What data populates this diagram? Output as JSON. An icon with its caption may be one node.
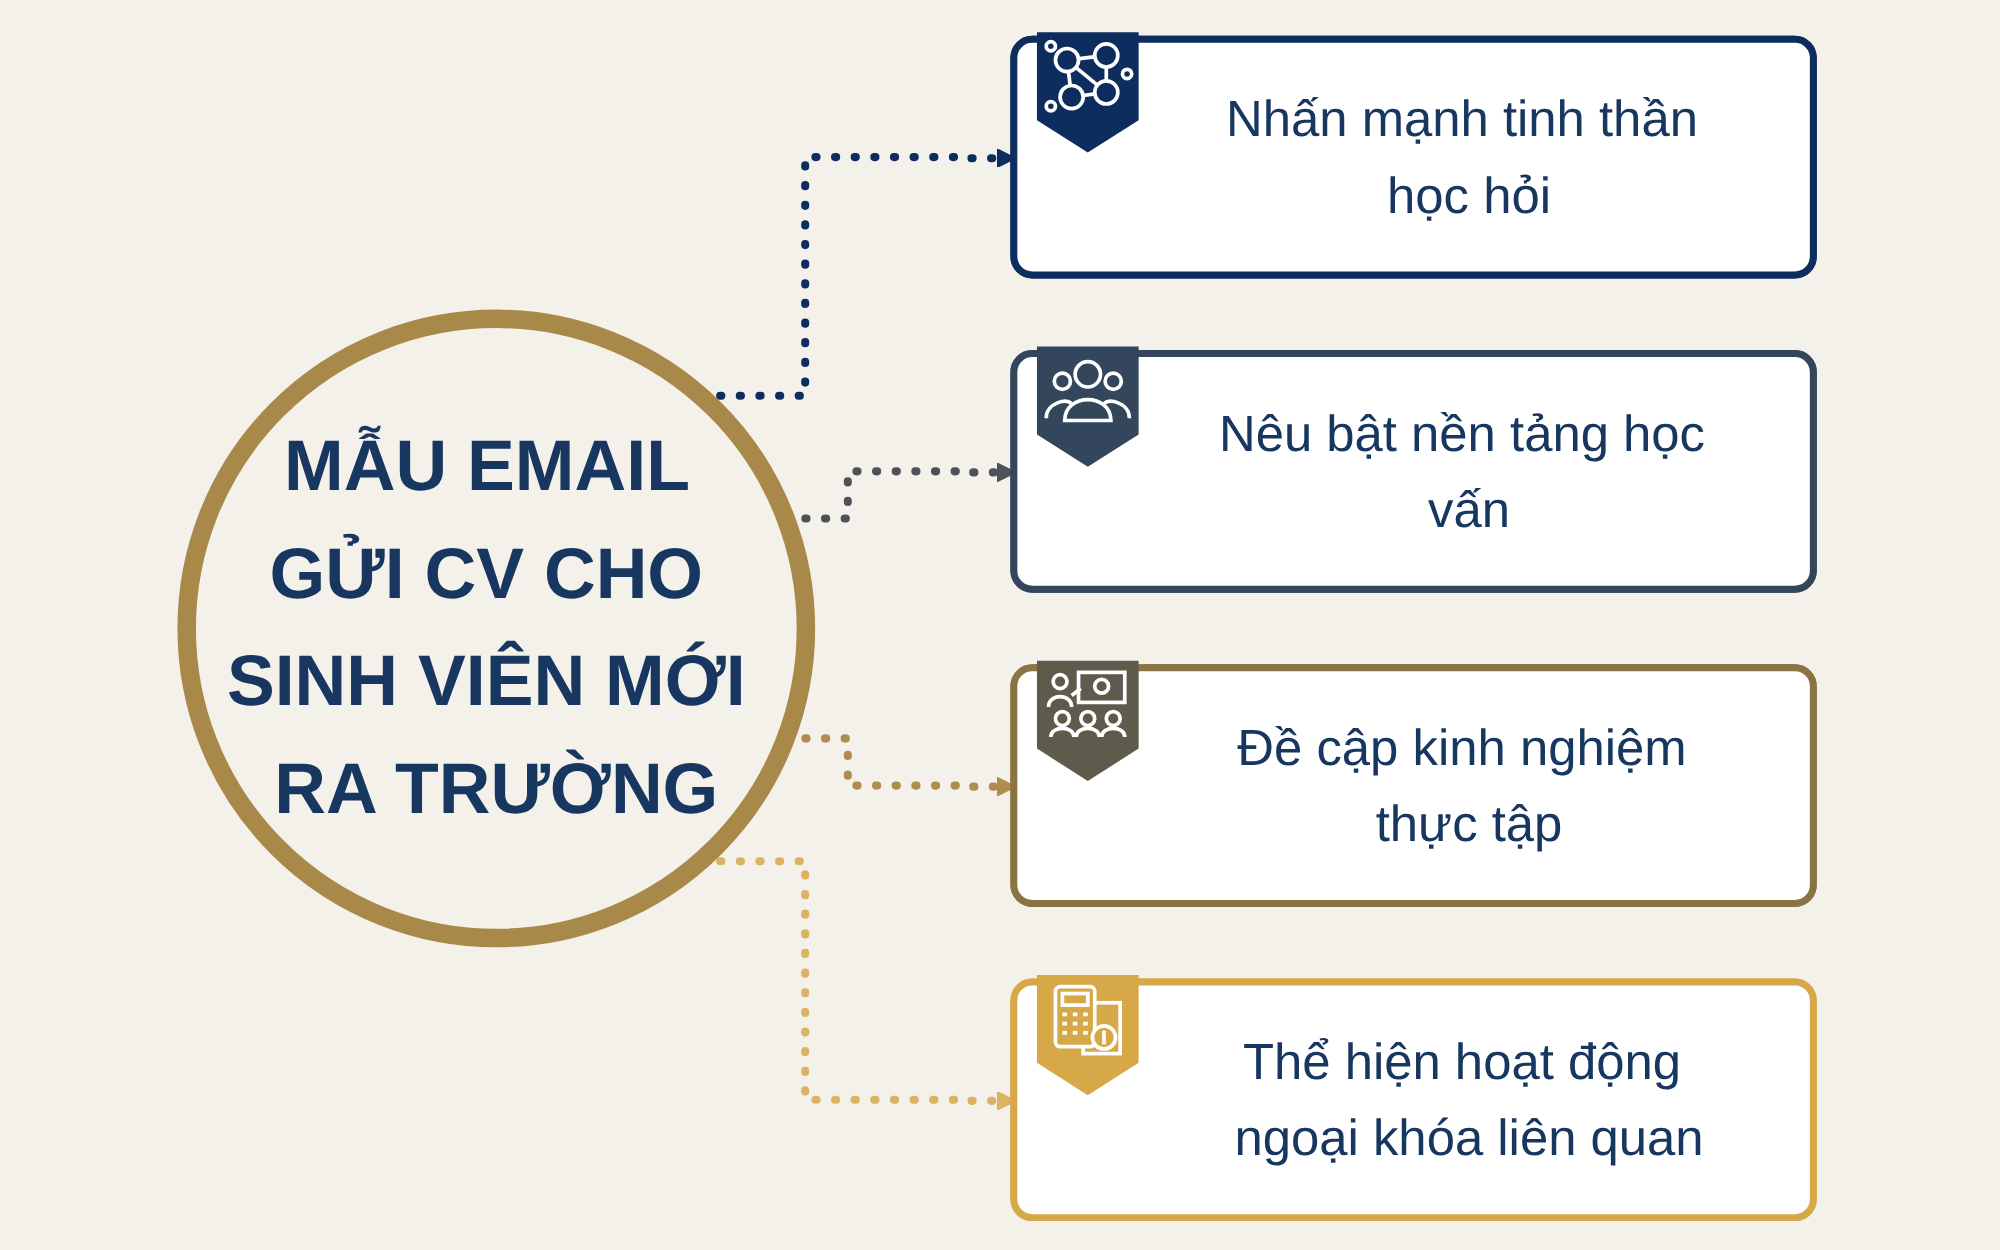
{
  "diagram": {
    "nodes": [
      {
        "text": [
          "MẪU EMAIL GỬI CV CHO SINH VIÊN MỚI RA TRƯỜNG"
        ]
      },
      {
        "text": [
          "Nhấn mạnh tinh thần học hỏi"
        ]
      },
      {
        "text": [
          "Nêu bật nền tảng học vấn"
        ]
      },
      {
        "text": [
          "Đề cập kinh nghiệm thực tập"
        ]
      },
      {
        "text": [
          "Thể hiện hoạt động ngoại khóa liên quan"
        ]
      }
    ],
    "edges": [
      {
        "from": 0,
        "to": 1,
        "arrow": "to",
        "style": "dashed",
        "color": "#0d2d5e"
      },
      {
        "from": 0,
        "to": 2,
        "arrow": "to",
        "style": "dashed",
        "color": "#4d5259"
      },
      {
        "from": 0,
        "to": 3,
        "arrow": "to",
        "style": "dashed",
        "color": "#b08d4f"
      },
      {
        "from": 0,
        "to": 4,
        "arrow": "to",
        "style": "dashed",
        "color": "#dcb264"
      }
    ]
  }
}
